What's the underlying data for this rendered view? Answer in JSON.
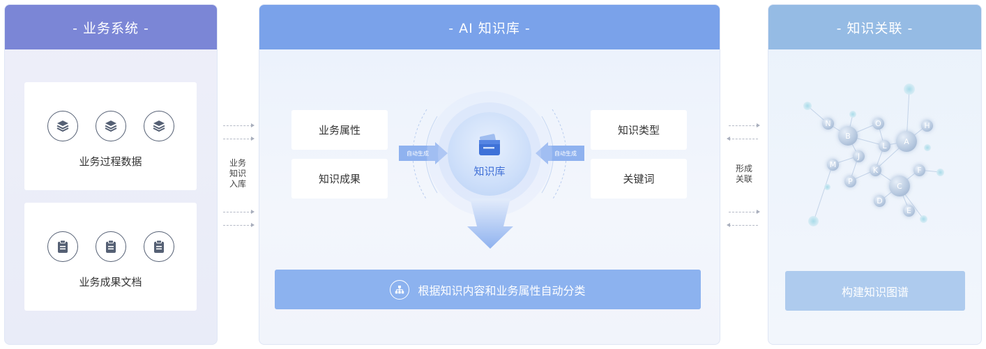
{
  "panels": {
    "business_systems": {
      "title": "- 业务系统 -",
      "cards": [
        {
          "label": "业务过程数据",
          "icon": "layers-icon"
        },
        {
          "label": "业务成果文档",
          "icon": "clipboard-icon"
        }
      ]
    },
    "ai_knowledge_base": {
      "title": "- AI 知识库 -",
      "left_attributes": [
        "业务属性",
        "知识成果"
      ],
      "right_attributes": [
        "知识类型",
        "关键词"
      ],
      "auto_tag": "自动生成",
      "center_label": "知识库",
      "classify_text": "根据知识内容和业务属性自动分类"
    },
    "knowledge_relations": {
      "title": "- 知识关联 -",
      "nodes": [
        "N",
        "B",
        "O",
        "A",
        "H",
        "L",
        "J",
        "M",
        "K",
        "F",
        "P",
        "C",
        "D",
        "E"
      ],
      "button": "构建知识图谱"
    }
  },
  "flows": {
    "ingest_label": "业务\n知识\n入库",
    "relate_label": "形成\n关联"
  },
  "colors": {
    "business_header": "#7b86d6",
    "kb_header": "#7aa2ea",
    "relation_header": "#95bbe4",
    "accent": "#8cb2ef"
  }
}
